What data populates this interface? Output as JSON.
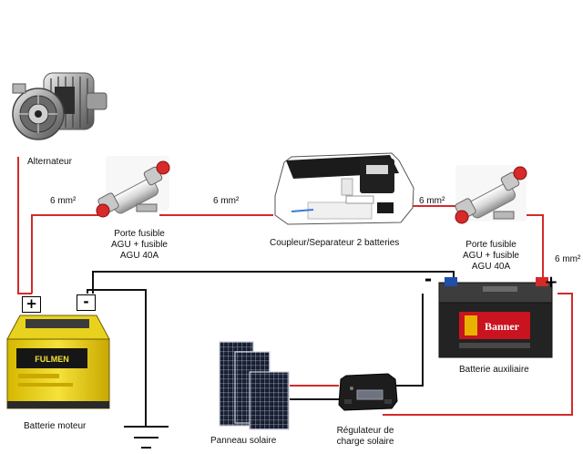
{
  "components": {
    "alternator": {
      "label": "Alternateur"
    },
    "fuse1": {
      "label_lines": [
        "Porte fusible",
        "AGU + fusible",
        "AGU 40A"
      ]
    },
    "coupler": {
      "label": "Coupleur/Separateur 2 batteries"
    },
    "fuse2": {
      "label_lines": [
        "Porte fusible",
        "AGU + fusible",
        "AGU 40A"
      ]
    },
    "aux_battery": {
      "label": "Batterie auxiliaire",
      "brand": "Banner"
    },
    "engine_battery": {
      "label": "Batterie moteur",
      "brand": "FULMEN"
    },
    "solar_panel": {
      "label": "Panneau solaire"
    },
    "regulator": {
      "label_lines": [
        "Régulateur de",
        "charge solaire"
      ]
    }
  },
  "wires": {
    "gauge_1": "6 mm²",
    "gauge_2": "6 mm²",
    "gauge_3": "6 mm²",
    "gauge_4": "6 mm²"
  },
  "polarity": {
    "engine_plus": "+",
    "engine_minus": "-",
    "aux_minus": "-",
    "aux_plus": "+"
  },
  "colors": {
    "positive_wire": "#d42a2a",
    "negative_wire": "#111111"
  }
}
